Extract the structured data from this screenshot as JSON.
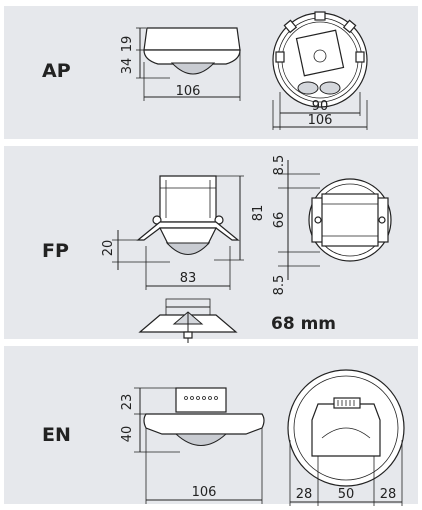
{
  "sections": {
    "ap": {
      "label": "AP",
      "dims": {
        "top_height": "19",
        "body_height": "34",
        "width": "106",
        "inner_width": "90",
        "outer_width": "106"
      }
    },
    "fp": {
      "label": "FP",
      "dims": {
        "top_gap": "8.5",
        "height": "81",
        "inner_height": "66",
        "flange_height": "20",
        "width": "83",
        "bottom_gap": "8.5"
      },
      "cutout": "68 mm"
    },
    "en": {
      "label": "EN",
      "dims": {
        "top_height": "23",
        "body_height": "40",
        "width": "106",
        "left_seg": "28",
        "middle_seg": "50",
        "right_seg": "28"
      }
    }
  }
}
